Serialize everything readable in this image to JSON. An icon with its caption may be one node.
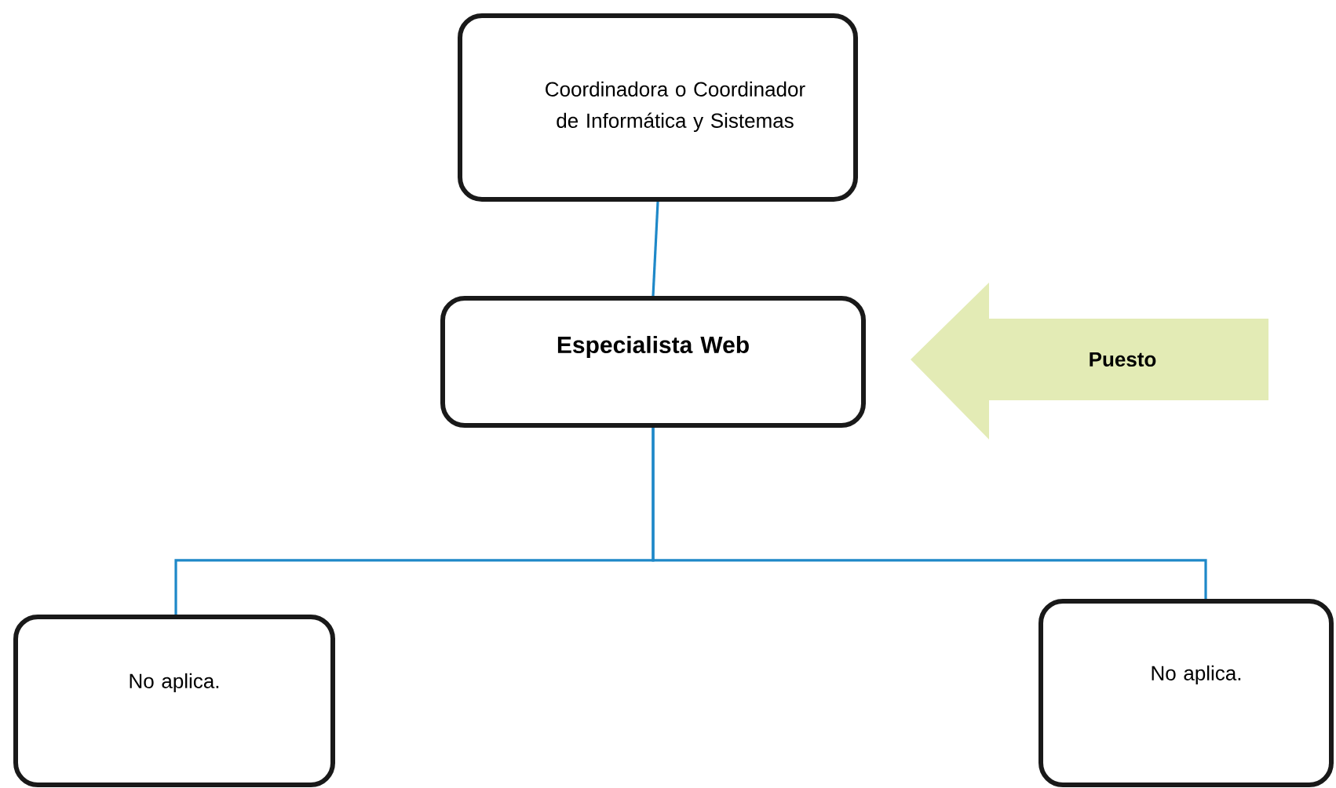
{
  "diagram": {
    "nodes": [
      {
        "text": [
          "Coordinadora o Coordinador de Informática y Sistemas"
        ]
      },
      {
        "text": [
          "Especialista Web"
        ]
      },
      {
        "text": [
          "No aplica."
        ]
      },
      {
        "text": [
          "No aplica."
        ]
      },
      {
        "text": [
          "Puesto"
        ]
      }
    ],
    "edges": [
      {
        "from": 0,
        "to": 1,
        "arrow": "none"
      },
      {
        "from": 1,
        "to": 2,
        "arrow": "none"
      },
      {
        "from": 1,
        "to": 3,
        "arrow": "none"
      }
    ]
  }
}
